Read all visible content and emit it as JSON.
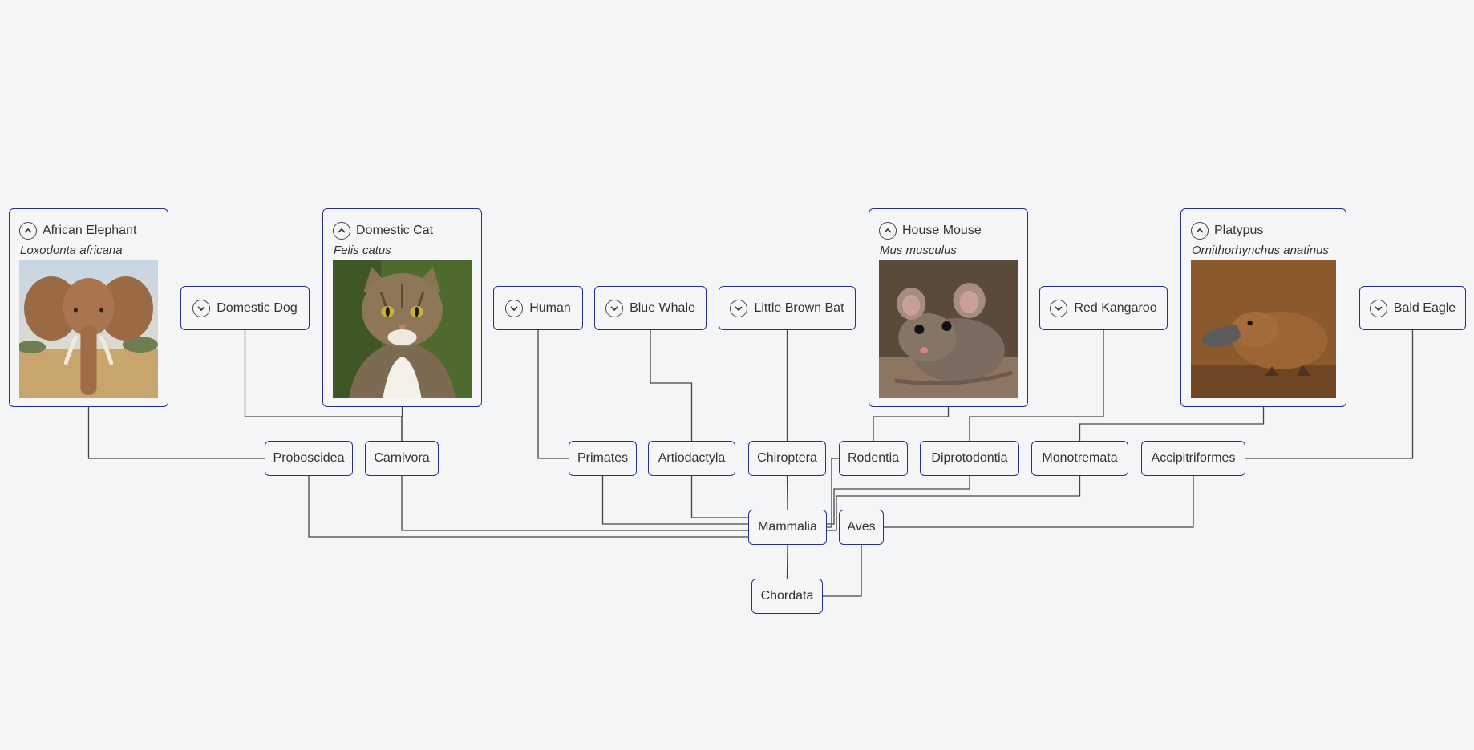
{
  "leaves": [
    {
      "id": "elephant",
      "name": "African Elephant",
      "scientific": "Loxodonta africana",
      "expanded": true,
      "toggle_icon": "chevron-up-icon",
      "photo_icon": "elephant-photo"
    },
    {
      "id": "dog",
      "name": "Domestic Dog",
      "expanded": false,
      "toggle_icon": "chevron-down-icon"
    },
    {
      "id": "cat",
      "name": "Domestic Cat",
      "scientific": "Felis catus",
      "expanded": true,
      "toggle_icon": "chevron-up-icon",
      "photo_icon": "cat-photo"
    },
    {
      "id": "human",
      "name": "Human",
      "expanded": false,
      "toggle_icon": "chevron-down-icon"
    },
    {
      "id": "whale",
      "name": "Blue Whale",
      "expanded": false,
      "toggle_icon": "chevron-down-icon"
    },
    {
      "id": "bat",
      "name": "Little Brown Bat",
      "expanded": false,
      "toggle_icon": "chevron-down-icon"
    },
    {
      "id": "mouse",
      "name": "House Mouse",
      "scientific": "Mus musculus",
      "expanded": true,
      "toggle_icon": "chevron-up-icon",
      "photo_icon": "mouse-photo"
    },
    {
      "id": "kangaroo",
      "name": "Red Kangaroo",
      "expanded": false,
      "toggle_icon": "chevron-down-icon"
    },
    {
      "id": "platypus",
      "name": "Platypus",
      "scientific": "Ornithorhynchus anatinus",
      "expanded": true,
      "toggle_icon": "chevron-up-icon",
      "photo_icon": "platypus-photo"
    },
    {
      "id": "eagle",
      "name": "Bald Eagle",
      "expanded": false,
      "toggle_icon": "chevron-down-icon"
    }
  ],
  "orders": [
    {
      "id": "proboscidea",
      "name": "Proboscidea"
    },
    {
      "id": "carnivora",
      "name": "Carnivora"
    },
    {
      "id": "primates",
      "name": "Primates"
    },
    {
      "id": "artiodactyla",
      "name": "Artiodactyla"
    },
    {
      "id": "chiroptera",
      "name": "Chiroptera"
    },
    {
      "id": "rodentia",
      "name": "Rodentia"
    },
    {
      "id": "diprotodontia",
      "name": "Diprotodontia"
    },
    {
      "id": "monotremata",
      "name": "Monotremata"
    },
    {
      "id": "accipitriformes",
      "name": "Accipitriformes"
    }
  ],
  "classes": [
    {
      "id": "mammalia",
      "name": "Mammalia"
    },
    {
      "id": "aves",
      "name": "Aves"
    }
  ],
  "root": {
    "id": "chordata",
    "name": "Chordata"
  },
  "edges": [
    [
      "elephant",
      "proboscidea"
    ],
    [
      "dog",
      "carnivora"
    ],
    [
      "cat",
      "carnivora"
    ],
    [
      "human",
      "primates"
    ],
    [
      "whale",
      "artiodactyla"
    ],
    [
      "bat",
      "chiroptera"
    ],
    [
      "mouse",
      "rodentia"
    ],
    [
      "kangaroo",
      "diprotodontia"
    ],
    [
      "platypus",
      "monotremata"
    ],
    [
      "eagle",
      "accipitriformes"
    ],
    [
      "proboscidea",
      "mammalia"
    ],
    [
      "carnivora",
      "mammalia"
    ],
    [
      "primates",
      "mammalia"
    ],
    [
      "artiodactyla",
      "mammalia"
    ],
    [
      "chiroptera",
      "mammalia"
    ],
    [
      "rodentia",
      "mammalia"
    ],
    [
      "diprotodontia",
      "mammalia"
    ],
    [
      "monotremata",
      "mammalia"
    ],
    [
      "accipitriformes",
      "aves"
    ],
    [
      "mammalia",
      "chordata"
    ],
    [
      "aves",
      "chordata"
    ]
  ],
  "colors": {
    "node_border": "#2a2f8f",
    "edge": "#444444",
    "background": "#f4f5f7"
  }
}
